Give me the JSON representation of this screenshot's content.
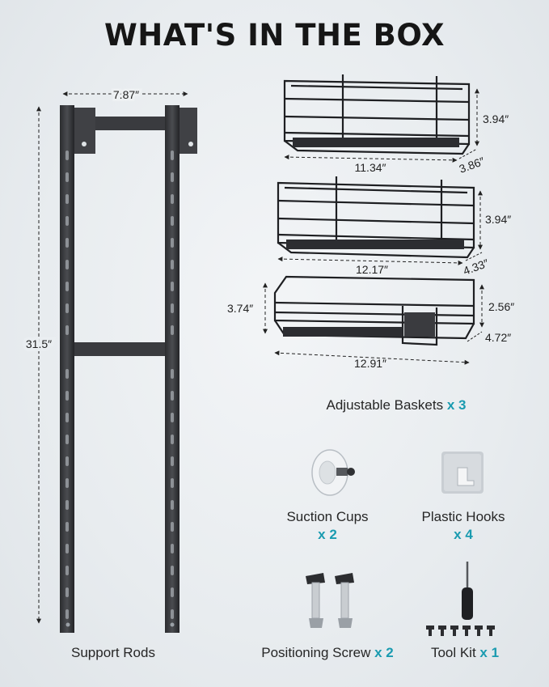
{
  "title": "WHAT'S IN THE BOX",
  "accent_color": "#1a9bb0",
  "rods": {
    "width": "7.87″",
    "height": "31.5″",
    "label": "Support Rods"
  },
  "baskets": [
    {
      "length": "11.34″",
      "height": "3.94″",
      "depth": "3.86″"
    },
    {
      "length": "12.17″",
      "height": "3.94″",
      "depth": "4.33″"
    },
    {
      "length": "12.91″",
      "height": "3.74″",
      "height2": "2.56″",
      "depth": "4.72″"
    }
  ],
  "baskets_label": {
    "name": "Adjustable Baskets",
    "qty": "x 3"
  },
  "accessories": {
    "suction_cups": {
      "name": "Suction Cups",
      "qty": "x 2"
    },
    "plastic_hooks": {
      "name": "Plastic Hooks",
      "qty": "x 4"
    },
    "positioning_screw": {
      "name": "Positioning Screw",
      "qty": "x 2"
    },
    "tool_kit": {
      "name": "Tool Kit",
      "qty": "x 1"
    }
  }
}
